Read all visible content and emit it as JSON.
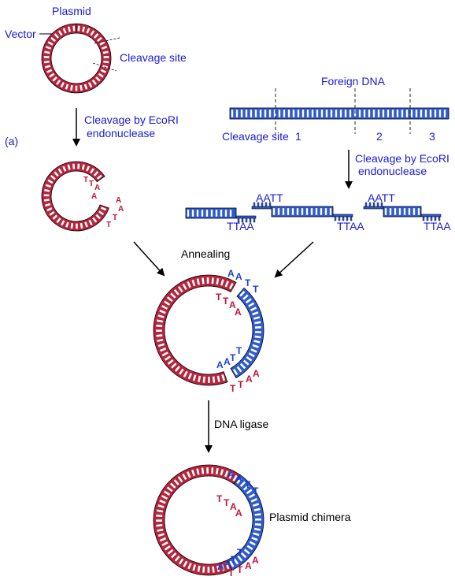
{
  "colors": {
    "vector_dna": "#b8243c",
    "foreign_dna": "#2f5bd0",
    "label_blue": "#1a1ad6",
    "arrow": "#000000",
    "seq_red": "#c0143c",
    "seq_blue": "#1a3fd6"
  },
  "labels": {
    "plasmid": "Plasmid",
    "vector": "Vector",
    "cleavage_site": "Cleavage site",
    "panel": "(a)",
    "cleavage_ecori_left_1": "Cleavage by EcoRI",
    "cleavage_ecori_left_2": "endonuclease",
    "foreign_dna": "Foreign DNA",
    "cleavage_site_1": "Cleavage site",
    "site_num_1": "1",
    "site_num_2": "2",
    "site_num_3": "3",
    "cleavage_ecori_right_1": "Cleavage by EcoRI",
    "cleavage_ecori_right_2": "endonuclease",
    "aatt": "AATT",
    "ttaa": "TTAA",
    "annealing": "Annealing",
    "dna_ligase": "DNA ligase",
    "plasmid_chimera": "Plasmid chimera"
  },
  "sticky_end_letters": {
    "t": "T",
    "a": "A"
  }
}
